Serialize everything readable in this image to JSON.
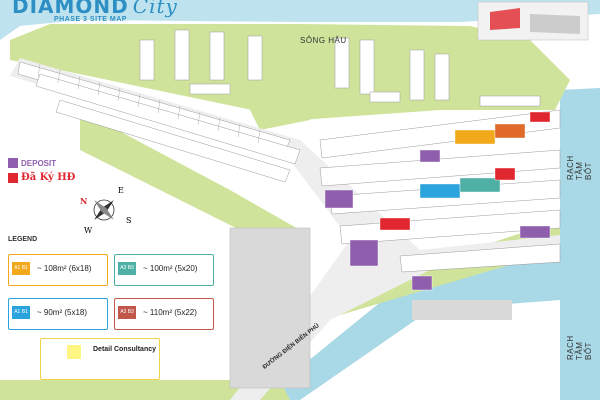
{
  "header": {
    "brand": "DIAMOND",
    "brand_script": "City",
    "subtitle": "PHASE 3 SITE MAP"
  },
  "labels": {
    "river_top": "SÔNG HẬU",
    "canal_right_1": "RẠCH TẦM BỐT",
    "canal_right_2": "RẠCH TẦM BỐT",
    "road": "ĐƯỜNG ĐIỆN BIÊN PHỦ"
  },
  "status_legend": {
    "deposit": "DEPOSIT",
    "signed": "Đã Ký HĐ",
    "colors": {
      "deposit": "#8f5fad",
      "signed": "#e0262e"
    }
  },
  "compass": {
    "n": "N",
    "e": "E",
    "s": "S",
    "w": "W"
  },
  "legend": {
    "title": "LEGEND",
    "items": [
      {
        "codes": "A1  B1",
        "text": "~ 108m² (6x18)",
        "color": "#f1a81b"
      },
      {
        "codes": "A3  B3",
        "text": "~ 100m² (5x20)",
        "color": "#4fb1a6"
      },
      {
        "codes": "A1  B1",
        "text": "~ 90m² (5x18)",
        "color": "#2ba3dc"
      },
      {
        "codes": "A3  B3",
        "text": "~ 110m² (5x22)",
        "color": "#c0574a"
      }
    ],
    "detail": "Detail Consultancy",
    "detail_color": "#fff583"
  },
  "colors": {
    "green": "#cfe49a",
    "road": "#eeeeee",
    "water": "#a9d8e6",
    "lot_outline": "#9a9a9a"
  }
}
